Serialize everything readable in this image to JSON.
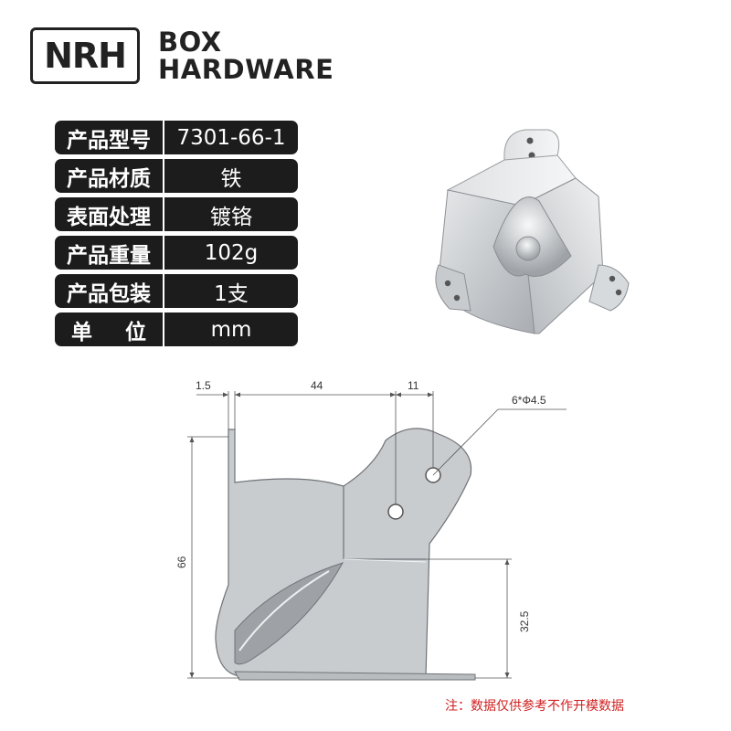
{
  "logo": {
    "mark": "NRH",
    "line1": "BOX",
    "line2": "HARDWARE"
  },
  "specs": [
    {
      "key": "产品型号",
      "value": "7301-66-1"
    },
    {
      "key": "产品材质",
      "value": "铁"
    },
    {
      "key": "表面处理",
      "value": "镀铬"
    },
    {
      "key": "产品重量",
      "value": "102g"
    },
    {
      "key": "产品包装",
      "value": "1支"
    }
  ],
  "unit": {
    "key_a": "单",
    "key_b": "位",
    "value": "mm"
  },
  "dimensions": {
    "thickness": "1.5",
    "width": "44",
    "hole_offset": "11",
    "holes": "6*Φ4.5",
    "height": "66",
    "half_height": "32.5"
  },
  "note": "注：数据仅供参考不作开模数据",
  "colors": {
    "table_bg": "#1c1c1c",
    "note": "#d02020",
    "metal": "#c9cccf"
  }
}
